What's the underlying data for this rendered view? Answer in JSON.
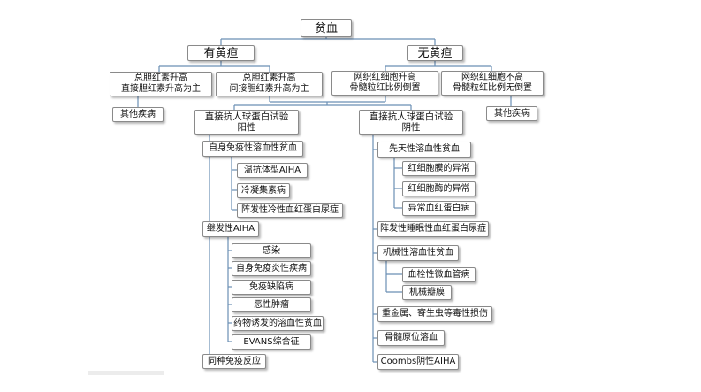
{
  "diagram": {
    "root": "贫血",
    "jaundice": "有黄疸",
    "no_jaundice": "无黄疸",
    "direct_bili": "总胆红素升高\n直接胆红素升高为主",
    "indirect_bili": "总胆红素升高\n间接胆红素升高为主",
    "retic_high": "网织红细胞升高\n骨髓粒红比例倒置",
    "retic_normal": "网织红细胞不高\n骨髓粒红比例无倒置",
    "other_left": "其他疾病",
    "other_right": "其他疾病",
    "coombs_pos": "直接抗人球蛋白试验\n阳性",
    "coombs_neg": "直接抗人球蛋白试验\n阴性",
    "pos_children": {
      "autoimmune": "自身免疫性溶血性贫血",
      "autoimmune_sub": [
        "温抗体型AIHA",
        "冷凝集素病",
        "阵发性冷性血红蛋白尿症"
      ],
      "secondary": "继发性AIHA",
      "secondary_sub": [
        "感染",
        "自身免疫炎性疾病",
        "免疫缺陷病",
        "恶性肿瘤",
        "药物诱发的溶血性贫血",
        "EVANS综合征"
      ],
      "alloimmune": "同种免疫反应"
    },
    "neg_children": {
      "congenital": "先天性溶血性贫血",
      "congenital_sub": [
        "红细胞膜的异常",
        "红细胞酶的异常",
        "异常血红蛋白病"
      ],
      "pnh": "阵发性睡眠性血红蛋白尿症",
      "mechanical": "机械性溶血性贫血",
      "mechanical_sub": [
        "血栓性微血管病",
        "机械瓣膜"
      ],
      "heavy_metal": "重金属、寄生虫等毒性损伤",
      "marrow": "骨髓原位溶血",
      "coombs_negative_aiha": "Coombs阴性AIHA"
    }
  },
  "colors": {
    "border": "#8a8a8a",
    "line": "#6b8fb5",
    "text": "#111111"
  }
}
